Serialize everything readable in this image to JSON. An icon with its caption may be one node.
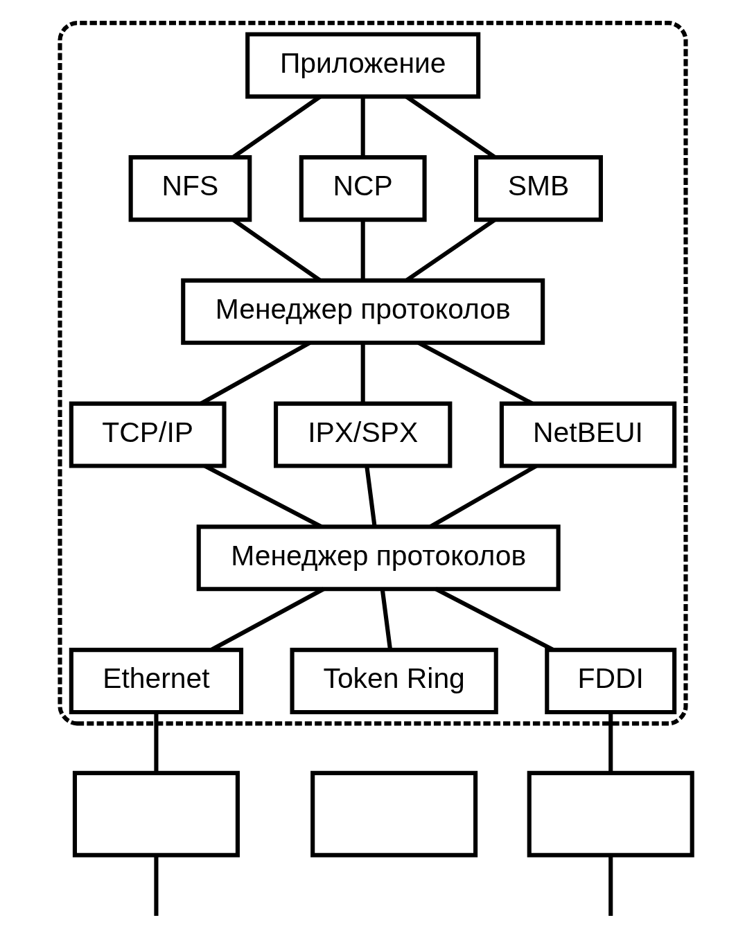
{
  "diagram": {
    "nodes": [
      {
        "text": [],
        "shape": "box"
      },
      {
        "text": [
          "Приложение"
        ],
        "in": 0
      },
      {
        "text": [
          "NFS"
        ],
        "in": 0
      },
      {
        "text": [
          "NCP"
        ],
        "in": 0
      },
      {
        "text": [
          "SMB"
        ],
        "in": 0
      },
      {
        "text": [
          "Менеджер протоколов"
        ],
        "in": 0
      },
      {
        "text": [
          "TCP/IP"
        ],
        "in": 0
      },
      {
        "text": [
          "IPX/SPX"
        ],
        "in": 0
      },
      {
        "text": [
          "NetBEUI"
        ],
        "in": 0
      },
      {
        "text": [
          "Менеджер протоколов"
        ],
        "in": 0
      },
      {
        "text": [
          "Ethernet"
        ],
        "in": 0
      },
      {
        "text": [
          "Token Ring"
        ],
        "in": 0
      },
      {
        "text": [
          "FDDI"
        ],
        "in": 0
      },
      {
        "text": [],
        "shape": "box"
      },
      {
        "text": [],
        "shape": "box"
      },
      {
        "text": [],
        "shape": "box"
      }
    ],
    "edges": [
      {
        "from": 1,
        "to": 2,
        "arrow": "none"
      },
      {
        "from": 1,
        "to": 3,
        "arrow": "none"
      },
      {
        "from": 1,
        "to": 4,
        "arrow": "none"
      },
      {
        "from": 2,
        "to": 5,
        "arrow": "none"
      },
      {
        "from": 3,
        "to": 5,
        "arrow": "none"
      },
      {
        "from": 4,
        "to": 5,
        "arrow": "none"
      },
      {
        "from": 5,
        "to": 6,
        "arrow": "none"
      },
      {
        "from": 5,
        "to": 7,
        "arrow": "none"
      },
      {
        "from": 5,
        "to": 8,
        "arrow": "none"
      },
      {
        "from": 6,
        "to": 9,
        "arrow": "none"
      },
      {
        "from": 7,
        "to": 9,
        "arrow": "none"
      },
      {
        "from": 8,
        "to": 9,
        "arrow": "none"
      },
      {
        "from": 9,
        "to": 10,
        "arrow": "none"
      },
      {
        "from": 9,
        "to": 11,
        "arrow": "none"
      },
      {
        "from": 9,
        "to": 12,
        "arrow": "none"
      },
      {
        "from": 10,
        "to": 13,
        "arrow": "none"
      },
      {
        "from": 12,
        "to": 15,
        "arrow": "none"
      },
      {
        "from": 13,
        "to": null,
        "arrow": "none"
      },
      {
        "from": 15,
        "to": null,
        "arrow": "none"
      }
    ]
  }
}
